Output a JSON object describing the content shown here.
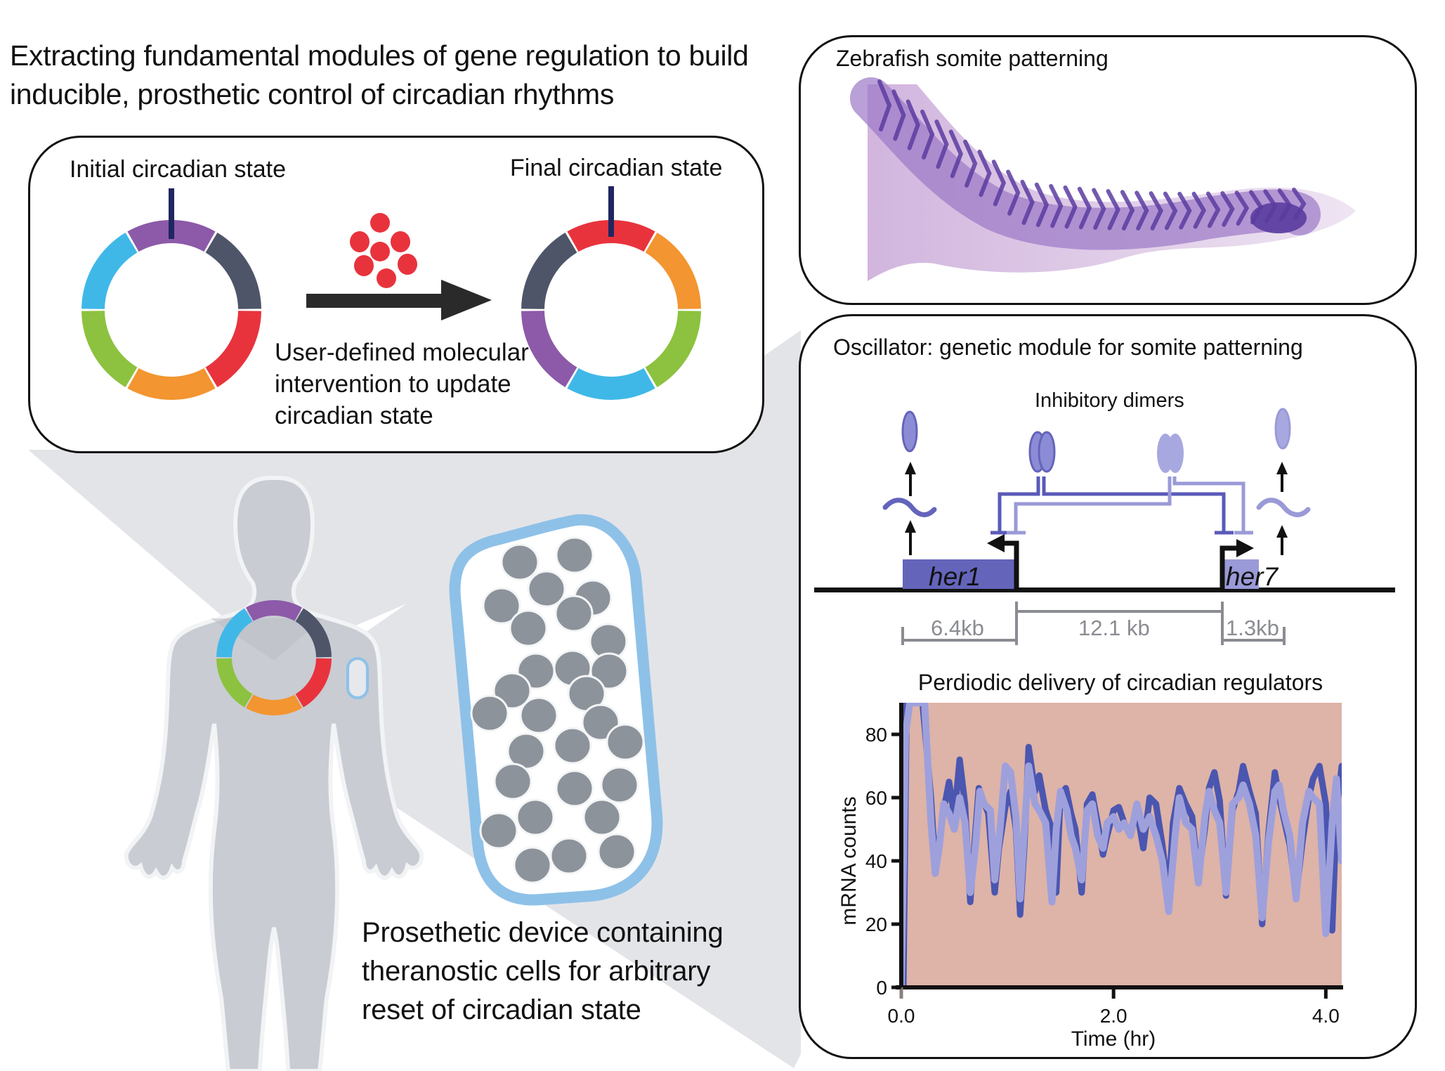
{
  "title": {
    "line1": "Extracting fundamental modules of gene regulation to build",
    "line2": "inducible, prosthetic control of circadian rhythms"
  },
  "circadian_panel": {
    "initial_label": "Initial circadian state",
    "final_label": "Final circadian state",
    "intervention_text": {
      "line1": "User-defined molecular",
      "line2": "intervention to update",
      "line3": "circadian state"
    },
    "segment_colors": {
      "purple": "#8c5aa8",
      "slate": "#4e5569",
      "red": "#e8333d",
      "orange": "#f39530",
      "green": "#8cc23f",
      "blue": "#3fb8e8"
    },
    "initial_ring_order": [
      "purple",
      "slate",
      "red",
      "orange",
      "green",
      "blue"
    ],
    "final_ring_order": [
      "red",
      "orange",
      "green",
      "blue",
      "purple",
      "slate"
    ],
    "pointer_color": "#1f2660",
    "molecule_color": "#e8333d",
    "arrow_color": "#2a2a2a"
  },
  "device_caption": {
    "line1": "Prosethetic device containing",
    "line2": "theranostic cells for arbitrary",
    "line3": "reset of circadian state"
  },
  "zebrafish_panel": {
    "label": "Zebrafish somite patterning",
    "stain_color": "#5a3ca0"
  },
  "oscillator_panel": {
    "label": "Oscillator: genetic module for somite patterning",
    "dimers_label": "Inhibitory dimers",
    "genes": [
      {
        "name": "her1",
        "color": "#6464bb"
      },
      {
        "name": "her7",
        "color": "#9a9ad8"
      }
    ],
    "distances": [
      "6.4kb",
      "12.1 kb",
      "1.3kb"
    ]
  },
  "chart_data": {
    "type": "line",
    "title": "Perdiodic delivery of circadian regulators",
    "xlabel": "Time (hr)",
    "ylabel": "mRNA counts",
    "xlim": [
      0.0,
      4.15
    ],
    "ylim": [
      0,
      90
    ],
    "xticks": [
      "0.0",
      "2.0",
      "4.0"
    ],
    "xtick_values": [
      0.0,
      2.0,
      4.0
    ],
    "yticks": [
      "0",
      "20",
      "40",
      "60",
      "80"
    ],
    "ytick_values": [
      0,
      20,
      40,
      60,
      80
    ],
    "background_color": "#deb3a8",
    "grid": false,
    "legend": "none",
    "series": [
      {
        "name": "her1",
        "color": "#4a56b0",
        "x": [
          0.02,
          0.05,
          0.08,
          0.12,
          0.2,
          0.28,
          0.32,
          0.36,
          0.4,
          0.45,
          0.5,
          0.55,
          0.6,
          0.65,
          0.7,
          0.73,
          0.76,
          0.82,
          0.88,
          0.92,
          0.98,
          1.03,
          1.08,
          1.12,
          1.16,
          1.2,
          1.26,
          1.3,
          1.36,
          1.42,
          1.46,
          1.5,
          1.55,
          1.6,
          1.64,
          1.7,
          1.75,
          1.8,
          1.85,
          1.9,
          1.94,
          2.0,
          2.05,
          2.1,
          2.16,
          2.22,
          2.28,
          2.34,
          2.4,
          2.46,
          2.52,
          2.56,
          2.62,
          2.68,
          2.74,
          2.8,
          2.86,
          2.9,
          2.95,
          3.0,
          3.06,
          3.12,
          3.18,
          3.22,
          3.28,
          3.34,
          3.4,
          3.46,
          3.52,
          3.56,
          3.6,
          3.66,
          3.72,
          3.78,
          3.84,
          3.88,
          3.94,
          4.0,
          4.06,
          4.1,
          4.15
        ],
        "y": [
          0,
          90,
          90,
          90,
          90,
          60,
          38,
          47,
          56,
          65,
          54,
          72,
          58,
          27,
          50,
          63,
          60,
          55,
          30,
          44,
          57,
          62,
          50,
          23,
          45,
          76,
          62,
          67,
          56,
          50,
          30,
          61,
          63,
          55,
          50,
          30,
          58,
          61,
          52,
          42,
          48,
          56,
          57,
          52,
          48,
          56,
          44,
          60,
          58,
          45,
          29,
          52,
          63,
          58,
          54,
          35,
          50,
          63,
          68,
          59,
          29,
          56,
          62,
          70,
          62,
          55,
          20,
          49,
          68,
          60,
          54,
          45,
          29,
          46,
          60,
          66,
          70,
          58,
          18,
          55,
          70
        ]
      },
      {
        "name": "her7",
        "color": "#9ea0dc",
        "x": [
          0.0,
          0.04,
          0.08,
          0.14,
          0.22,
          0.28,
          0.32,
          0.36,
          0.4,
          0.45,
          0.5,
          0.55,
          0.6,
          0.65,
          0.7,
          0.74,
          0.78,
          0.84,
          0.88,
          0.93,
          0.98,
          1.03,
          1.08,
          1.12,
          1.16,
          1.2,
          1.26,
          1.3,
          1.36,
          1.42,
          1.46,
          1.5,
          1.56,
          1.6,
          1.64,
          1.7,
          1.75,
          1.8,
          1.85,
          1.9,
          1.94,
          2.0,
          2.05,
          2.1,
          2.16,
          2.22,
          2.28,
          2.34,
          2.4,
          2.46,
          2.52,
          2.58,
          2.62,
          2.68,
          2.74,
          2.8,
          2.86,
          2.9,
          2.95,
          3.0,
          3.06,
          3.12,
          3.18,
          3.22,
          3.28,
          3.34,
          3.4,
          3.46,
          3.52,
          3.56,
          3.6,
          3.66,
          3.72,
          3.78,
          3.84,
          3.88,
          3.94,
          4.0,
          4.06,
          4.1,
          4.15
        ],
        "y": [
          0,
          80,
          90,
          90,
          90,
          52,
          36,
          45,
          58,
          55,
          50,
          60,
          52,
          30,
          45,
          62,
          58,
          56,
          34,
          50,
          70,
          68,
          54,
          28,
          50,
          70,
          58,
          56,
          52,
          27,
          50,
          62,
          56,
          48,
          44,
          34,
          56,
          58,
          48,
          44,
          52,
          54,
          50,
          52,
          48,
          58,
          50,
          54,
          48,
          40,
          24,
          48,
          60,
          52,
          50,
          33,
          54,
          62,
          56,
          52,
          30,
          58,
          60,
          64,
          58,
          48,
          22,
          46,
          62,
          64,
          56,
          48,
          28,
          52,
          62,
          60,
          58,
          17,
          52,
          66,
          40
        ]
      }
    ]
  }
}
